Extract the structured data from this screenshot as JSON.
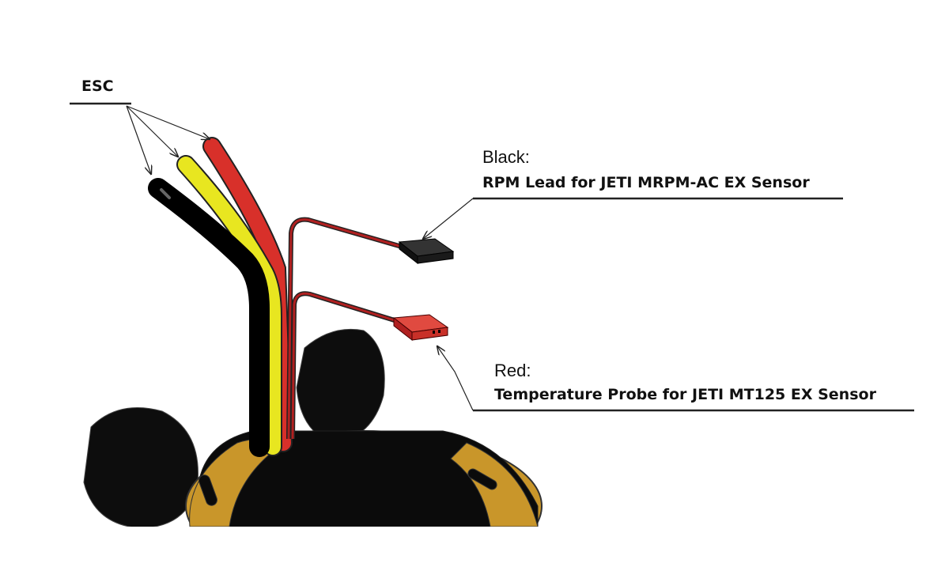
{
  "labels": {
    "esc": "ESC",
    "black_title": "Black:",
    "black_desc": "RPM Lead for JETI MRPM-AC EX Sensor",
    "red_title": "Red:",
    "red_desc": "Temperature Probe for JETI MT125 EX Sensor"
  },
  "colors": {
    "black_wire": "#111111",
    "yellow_wire": "#e8e620",
    "red_wire": "#d8302a",
    "motor_gold": "#c9962a"
  }
}
